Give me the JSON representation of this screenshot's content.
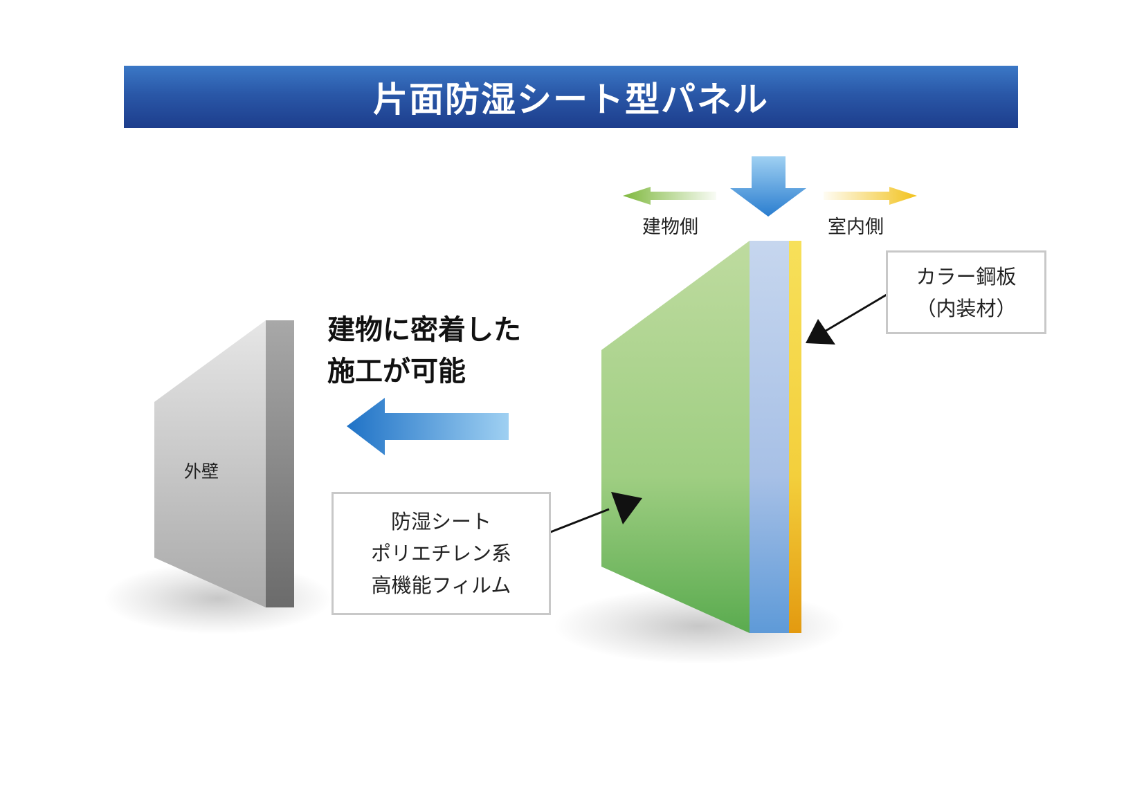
{
  "title": "片面防湿シート型パネル",
  "direction_labels": {
    "building_side": "建物側",
    "indoor_side": "室内側"
  },
  "headline": {
    "line1": "建物に密着した",
    "line2": "施工が可能"
  },
  "wall": {
    "label": "外壁"
  },
  "callouts": {
    "steel": {
      "line1": "カラー鋼板",
      "line2": "（内装材）"
    },
    "film": {
      "line1": "防湿シート",
      "line2": "ポリエチレン系",
      "line3": "高機能フィルム"
    }
  },
  "colors": {
    "title_bar": "#2a58a8",
    "panel_green": "#7cbd63",
    "moisture_layer_blue": "#9bbde6",
    "steel_layer_yellow": "#f5d24a",
    "wall_gray": "#b5b5b5",
    "arrow_blue": "#2f7fd0",
    "arrow_green": "#8cc04a",
    "arrow_yellow": "#f2c21c"
  }
}
